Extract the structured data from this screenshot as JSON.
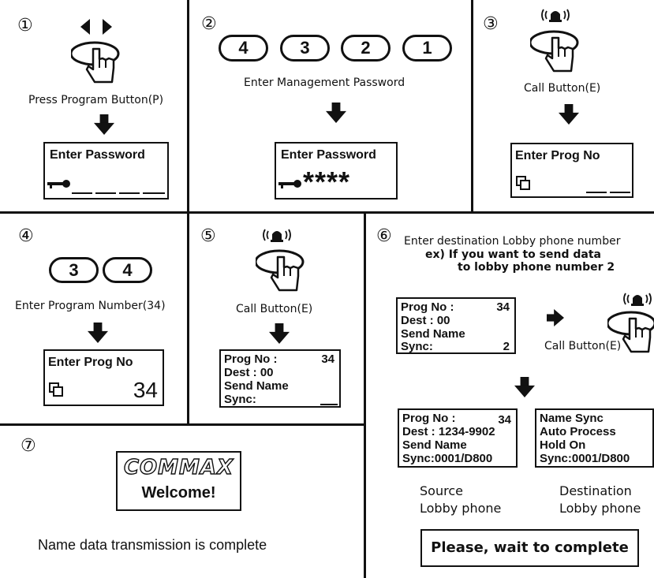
{
  "step1": {
    "num": "①",
    "caption": "Press Program Button(P)",
    "lcd_title": "Enter Password"
  },
  "step2": {
    "num": "②",
    "digits": [
      "4",
      "3",
      "2",
      "1"
    ],
    "caption": "Enter Management Password",
    "lcd_title": "Enter Password",
    "stars": "****"
  },
  "step3": {
    "num": "③",
    "caption": "Call Button(E)",
    "lcd_title": "Enter Prog  No"
  },
  "step4": {
    "num": "④",
    "digits": [
      "3",
      "4"
    ],
    "caption": "Enter Program Number(34)",
    "lcd_title": "Enter Prog  No",
    "lcd_value": "34"
  },
  "step5": {
    "num": "⑤",
    "caption": "Call Button(E)",
    "lcd_rows": [
      "Prog No :",
      "Dest : 00",
      "Send Name",
      "Sync:"
    ],
    "lcd_value": "34"
  },
  "step6": {
    "num": "⑥",
    "caption_line1": "Enter destination Lobby phone number",
    "caption_line2": "ex) If you want to send data",
    "caption_line3": "to lobby phone number 2",
    "lcd_a_rows": [
      "Prog No :",
      "Dest : 00",
      "Send Name",
      "Sync:"
    ],
    "lcd_a_value": "34",
    "lcd_a_sync": "2",
    "call_caption": "Call Button(E)",
    "lcd_src_rows": [
      "Prog No :",
      "Dest : 1234-9902",
      "Send Name",
      "Sync:0001/D800"
    ],
    "lcd_src_value": "34",
    "lcd_dst_rows": [
      "Name Sync",
      "Auto Process",
      "Hold On",
      "Sync:0001/D800"
    ],
    "src_label": [
      "Source",
      "Lobby phone"
    ],
    "dst_label": [
      "Destination",
      "Lobby phone"
    ],
    "wait_box": "Please, wait to complete"
  },
  "step7": {
    "num": "⑦",
    "logo": "COMMAX",
    "welcome": "Welcome!",
    "caption": "Name data transmission is complete"
  }
}
